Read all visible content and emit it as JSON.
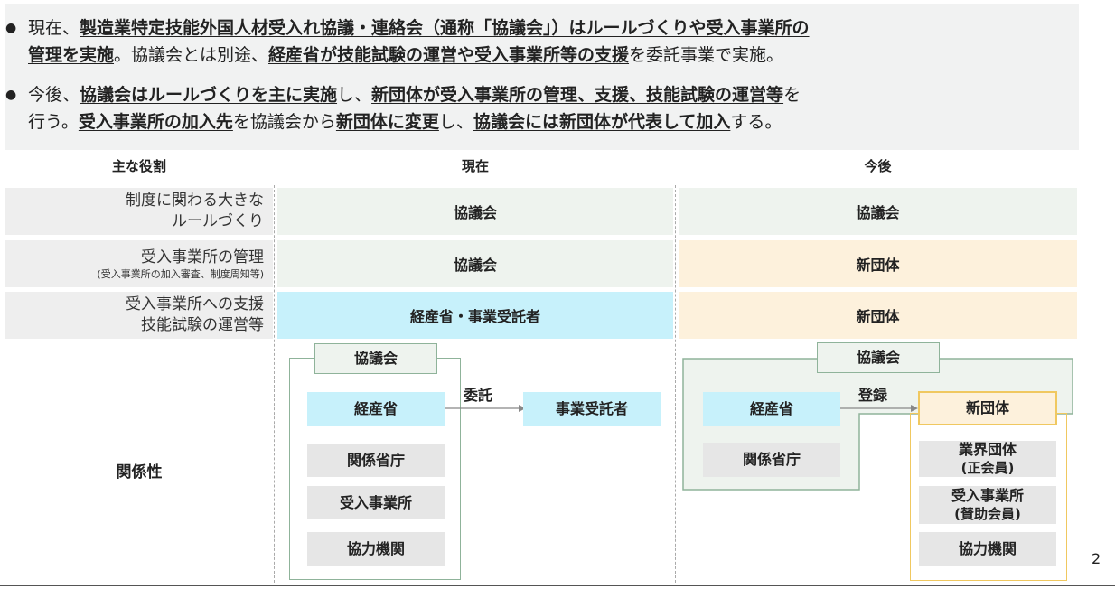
{
  "bullets": {
    "b1_l1": [
      {
        "t": "現在、",
        "b": false
      },
      {
        "t": "製造業特定技能外国人材受入れ協議・連絡会（通称「協議会」）はルールづくりや受入事業所の",
        "b": true
      }
    ],
    "b1_l2": [
      {
        "t": "管理を実施",
        "b": true
      },
      {
        "t": "。協議会とは別途、",
        "b": false
      },
      {
        "t": "経産省が技能試験の運営や受入事業所等の支援",
        "b": true
      },
      {
        "t": "を委託事業で実施。",
        "b": false
      }
    ],
    "b2_l1": [
      {
        "t": "今後、",
        "b": false
      },
      {
        "t": "協議会はルールづくりを主に実施",
        "b": true
      },
      {
        "t": "し、",
        "b": false
      },
      {
        "t": "新団体が受入事業所の管理、支援、技能試験の運営等",
        "b": true
      },
      {
        "t": "を",
        "b": false
      }
    ],
    "b2_l2": [
      {
        "t": "行う。",
        "b": false
      },
      {
        "t": "受入事業所の加入先",
        "b": true
      },
      {
        "t": "を協議会から",
        "b": false
      },
      {
        "t": "新団体に変更",
        "b": true
      },
      {
        "t": "し、",
        "b": false
      },
      {
        "t": "協議会には新団体が代表して加入",
        "b": true
      },
      {
        "t": "する。",
        "b": false
      }
    ]
  },
  "headers": {
    "role": "主な役割",
    "current": "現在",
    "future": "今後"
  },
  "rows": [
    {
      "label1": "制度に関わる大きな",
      "label2": "ルールづくり",
      "current": "協議会",
      "future": "協議会"
    },
    {
      "label1": "受入事業所の管理",
      "label2": "(受入事業所の加入審査、制度周知等)",
      "current": "協議会",
      "future": "新団体"
    },
    {
      "label1": "受入事業所への支援",
      "label2": "技能試験の運営等",
      "current": "経産省・事業受託者",
      "future": "新団体"
    }
  ],
  "relation": {
    "label": "関係性",
    "current": {
      "council": "協議会",
      "meti": "経産省",
      "arrow_label": "委託",
      "contractor": "事業受託者",
      "ministries": "関係省庁",
      "employers": "受入事業所",
      "partners": "協力機関"
    },
    "future": {
      "council": "協議会",
      "meti": "経産省",
      "arrow_label": "登録",
      "new_org": "新団体",
      "ministries": "関係省庁",
      "industry1": "業界団体",
      "industry2": "(正会員)",
      "employers1": "受入事業所",
      "employers2": "(賛助会員)",
      "partners": "協力機関"
    }
  },
  "page_number": "2"
}
